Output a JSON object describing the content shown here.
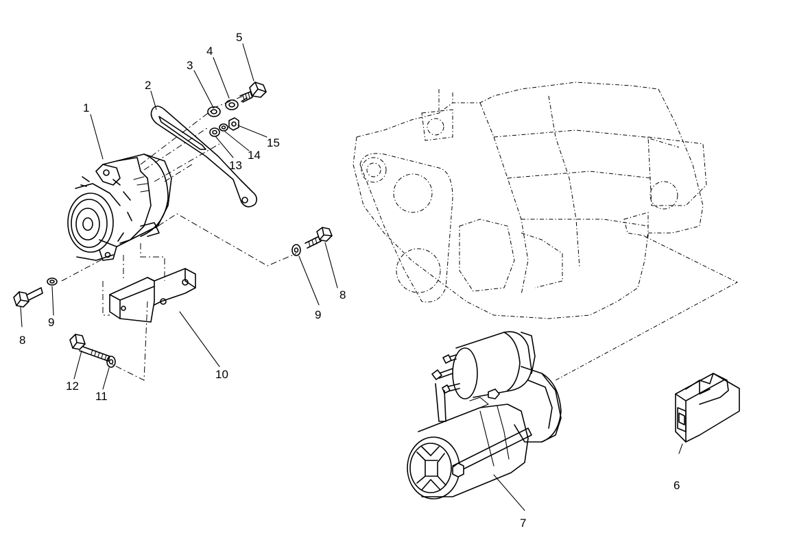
{
  "callouts": [
    {
      "id": "1",
      "label": "1"
    },
    {
      "id": "2",
      "label": "2"
    },
    {
      "id": "3",
      "label": "3"
    },
    {
      "id": "4",
      "label": "4"
    },
    {
      "id": "5",
      "label": "5"
    },
    {
      "id": "6",
      "label": "6"
    },
    {
      "id": "7",
      "label": "7"
    },
    {
      "id": "8a",
      "label": "8"
    },
    {
      "id": "8b",
      "label": "8"
    },
    {
      "id": "9a",
      "label": "9"
    },
    {
      "id": "9b",
      "label": "9"
    },
    {
      "id": "10",
      "label": "10"
    },
    {
      "id": "11",
      "label": "11"
    },
    {
      "id": "12",
      "label": "12"
    },
    {
      "id": "13",
      "label": "13"
    },
    {
      "id": "14",
      "label": "14"
    },
    {
      "id": "15",
      "label": "15"
    }
  ],
  "colors": {
    "line": "#000000",
    "background": "#ffffff"
  }
}
